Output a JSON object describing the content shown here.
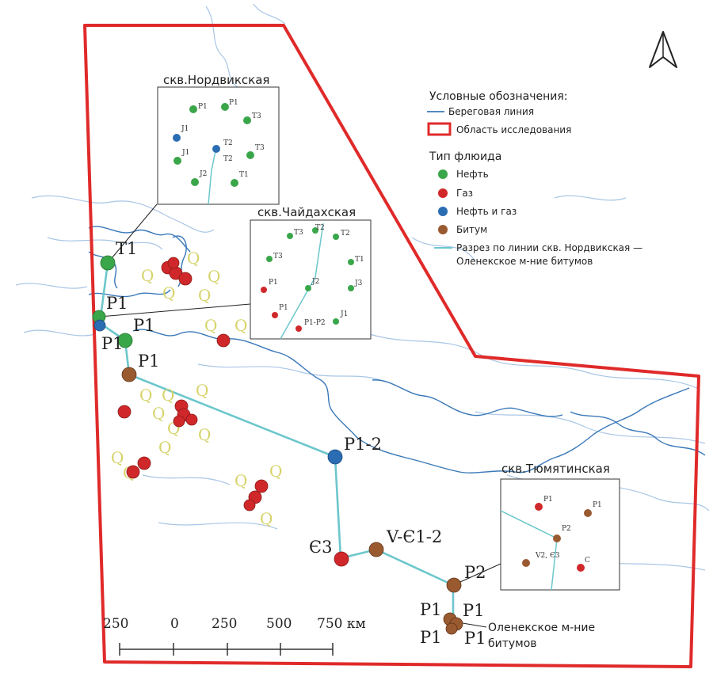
{
  "colors": {
    "study_area": "#e02a2a",
    "coast": "#3a78b8",
    "coast_light": "#a9c6e6",
    "section_line": "#6cc7cc",
    "oil": "#3aa64a",
    "gas": "#d0282a",
    "oil_gas": "#2b6db3",
    "bitumen": "#9a5a30",
    "quaternary": "#d6d36a"
  },
  "icons": {
    "north": "north-arrow-icon"
  },
  "legend": {
    "title": "Условные обозначения:",
    "coastline": "Береговая линия",
    "study_area": "Область исследования",
    "fluid_title": "Тип флюида",
    "oil": "Нефть",
    "gas": "Газ",
    "oil_gas": "Нефть и газ",
    "bitumen": "Битум",
    "section_line_1": "Разрез по линии скв. Нордвикская —",
    "section_line_2": "Оленекское м-ние битумов"
  },
  "insets": {
    "nordvik": {
      "title": "скв.Нордвикская",
      "labels": [
        "P1",
        "P1",
        "T3",
        "J1",
        "T2",
        "T2",
        "T3",
        "J1",
        "J2",
        "T1"
      ]
    },
    "chaidakh": {
      "title": "скв.Чайдахская",
      "labels": [
        "T3",
        "T2",
        "T2",
        "T3",
        "T1",
        "P1",
        "J2",
        "J3",
        "P1",
        "P1-P2",
        "J1"
      ]
    },
    "tyumyatin": {
      "title": "скв.Тюмятинская",
      "labels": [
        "P1",
        "P1",
        "P2",
        "V2, Є3",
        "C"
      ]
    }
  },
  "map_labels": {
    "t1": "T1",
    "p1_a": "P1",
    "p1_b": "P1",
    "p1_c": "P1",
    "p1_d": "P1",
    "p1_2": "P1-2",
    "e3": "Є3",
    "v_e1_2": "V-Є1-2",
    "p2": "P2",
    "p1_e": "P1",
    "p1_f": "P1",
    "p1_g": "P1",
    "p1_h": "P1",
    "olenek_1": "Оленекское м-ние",
    "olenek_2": "битумов",
    "q": "Q"
  },
  "scale_bar": {
    "labels": [
      "250",
      "0",
      "250",
      "500",
      "750 км"
    ]
  }
}
